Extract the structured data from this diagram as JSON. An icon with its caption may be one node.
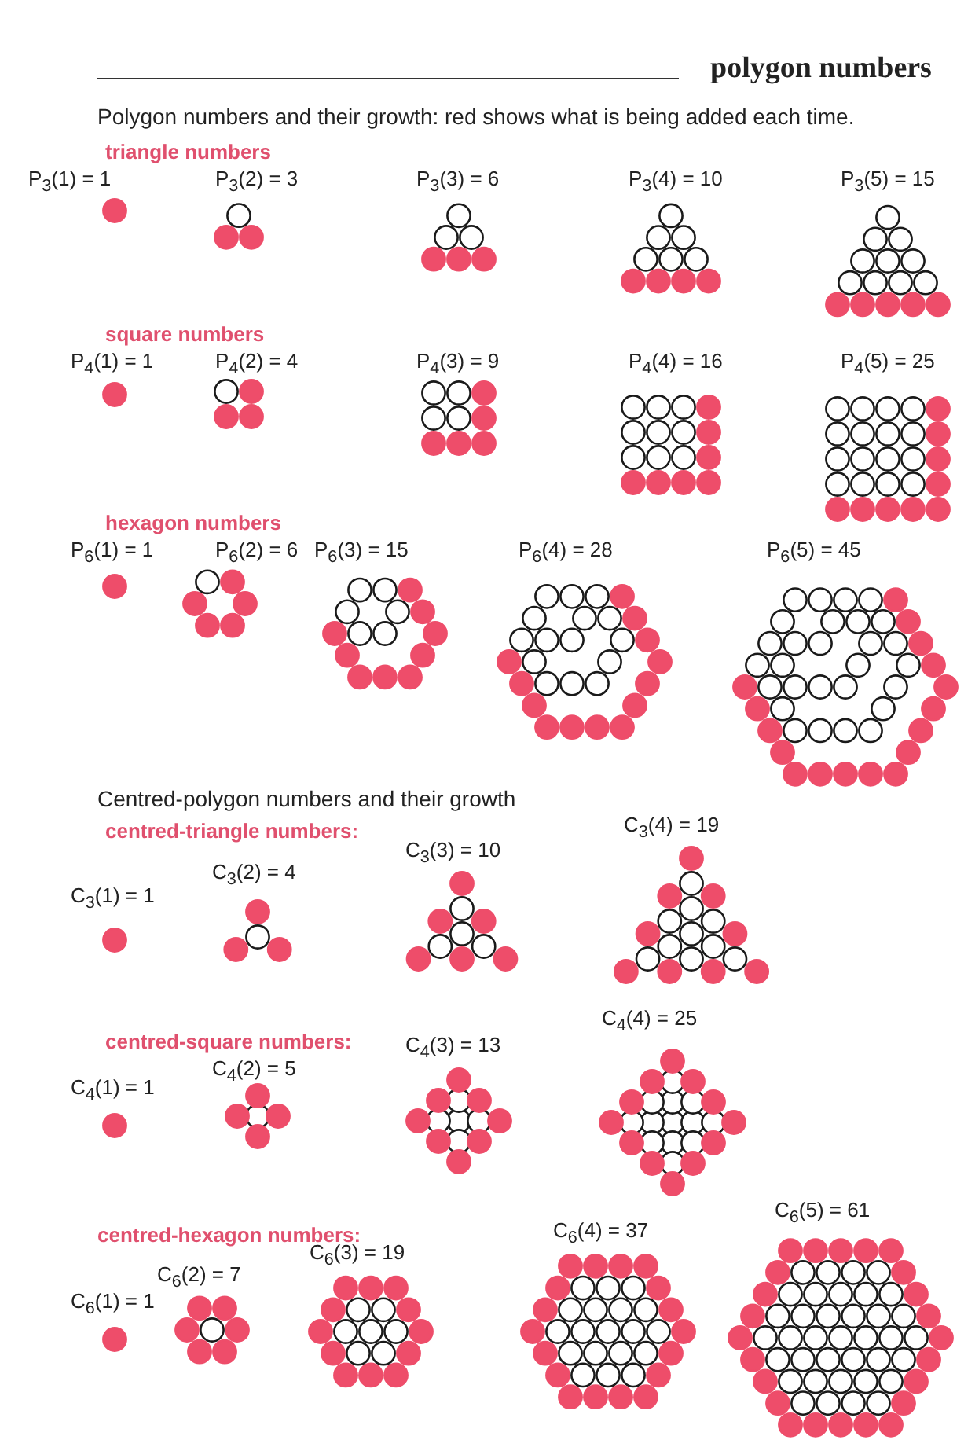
{
  "diagram": {
    "title": "polygon numbers",
    "labels": [
      "Polygon numbers and their growth: red shows what is being added each time.",
      "triangle numbers",
      "P$_{3}$(1) = 1",
      "P$_{3}$(2) = 3",
      "P$_{3}$(3) = 6",
      "P$_{3}$(4) = 10",
      "P$_{3}$(5) = 15",
      "square numbers",
      "P$_{4}$(1) = 1",
      "P$_{4}$(2) = 4",
      "P$_{4}$(3) = 9",
      "P$_{4}$(4) = 16",
      "P$_{4}$(5) = 25",
      "hexagon numbers",
      "P$_{6}$(1) = 1",
      "P$_{6}$(2) = 6",
      "P$_{6}$(3) = 15",
      "P$_{6}$(4) = 28",
      "P$_{6}$(5) = 45",
      "Centred-polygon numbers and their growth",
      "centred-triangle numbers:",
      "C$_{3}$(1) = 1",
      "C$_{3}$(2) = 4",
      "C$_{3}$(3) = 10",
      "C$_{3}$(4) = 19",
      "centred-square numbers:",
      "C$_{4}$(1) = 1",
      "C$_{4}$(2) = 5",
      "C$_{4}$(3) = 13",
      "C$_{4}$(4) = 25",
      "centred-hexagon numbers:",
      "C$_{6}$(1) = 1",
      "C$_{6}$(2) = 7",
      "C$_{6}$(3) = 19",
      "C$_{6}$(4) = 37",
      "C$_{6}$(5) = 61"
    ]
  }
}
